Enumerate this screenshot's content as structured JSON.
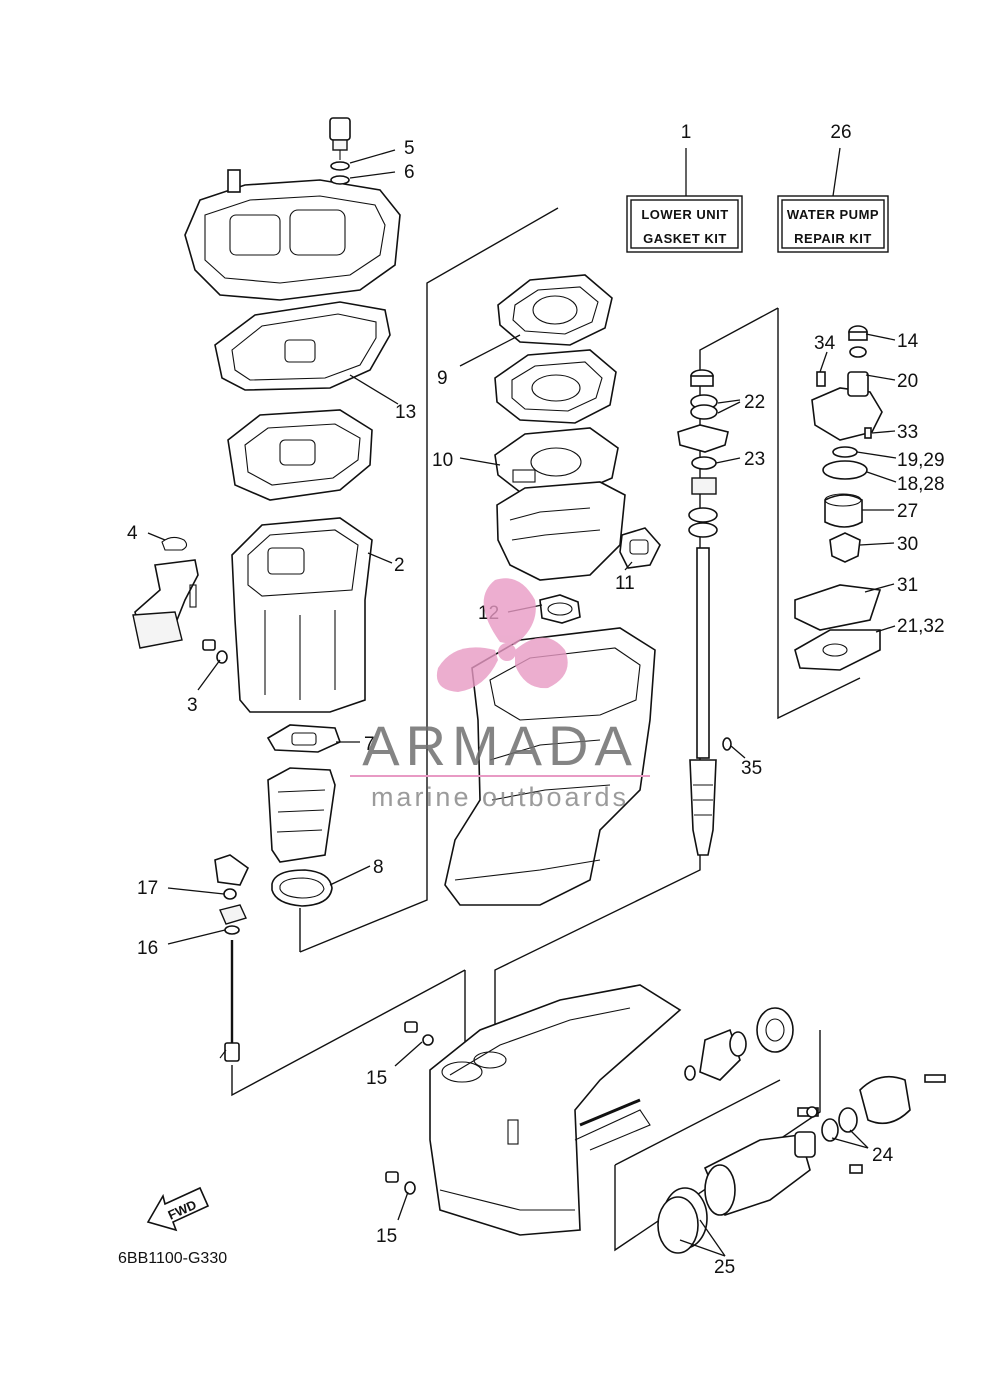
{
  "callouts": {
    "c1": "1",
    "c26": "26",
    "c5": "5",
    "c6": "6",
    "c9": "9",
    "c13": "13",
    "c10": "10",
    "c14": "14",
    "c34": "34",
    "c20": "20",
    "c22": "22",
    "c33": "33",
    "c23": "23",
    "c1929": "19,29",
    "c1828": "18,28",
    "c27": "27",
    "c4": "4",
    "c2": "2",
    "c11": "11",
    "c30": "30",
    "c12": "12",
    "c31": "31",
    "c2132": "21,32",
    "c3": "3",
    "c7": "7",
    "c35": "35",
    "c8": "8",
    "c17": "17",
    "c16": "16",
    "c15a": "15",
    "c15b": "15",
    "c24": "24",
    "c25": "25"
  },
  "kits": {
    "lower_unit_line1": "LOWER UNIT",
    "lower_unit_line2": "GASKET KIT",
    "water_pump_line1": "WATER PUMP",
    "water_pump_line2": "REPAIR KIT"
  },
  "fwd_label": "FWD",
  "diagram_code": "6BB1100-G330",
  "watermark": {
    "brand": "ARMADA",
    "tagline": "marine outboards",
    "accent_color": "#e89ac4"
  }
}
